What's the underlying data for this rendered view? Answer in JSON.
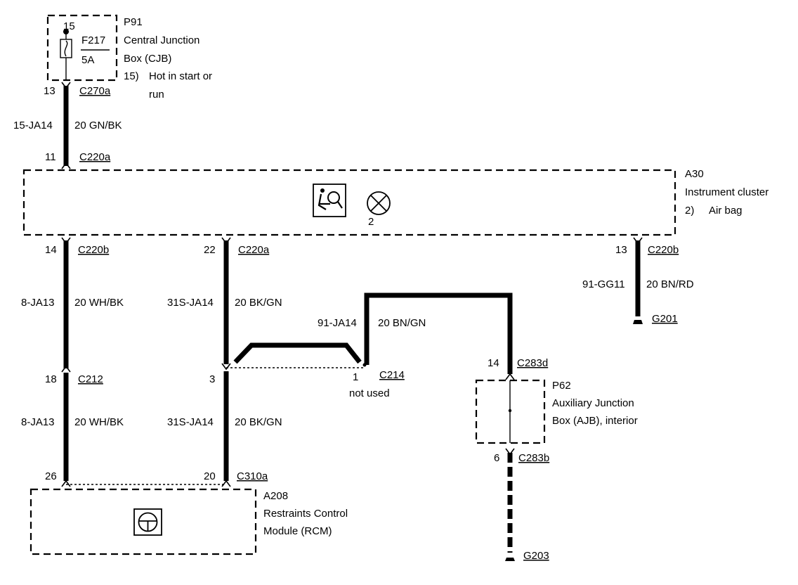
{
  "p91": {
    "id": "P91",
    "name_line1": "Central Junction",
    "name_line2": "Box (CJB)",
    "note_num": "15)",
    "note_line1": "Hot in start or",
    "note_line2": "run",
    "pin": "15",
    "fuse_id": "F217",
    "fuse_rating": "5A"
  },
  "c270a": {
    "pin": "13",
    "connector": "C270a"
  },
  "wire_15ja14": {
    "circuit": "15-JA14",
    "spec": "20 GN/BK"
  },
  "c220a_top": {
    "pin": "11",
    "connector": "C220a"
  },
  "a30": {
    "id": "A30",
    "name": "Instrument cluster",
    "note_num": "2)",
    "note_text": "Air bag",
    "lamp_ref": "2"
  },
  "c220b_left": {
    "pin": "14",
    "connector": "C220b"
  },
  "wire_8ja13_upper": {
    "circuit": "8-JA13",
    "spec": "20 WH/BK"
  },
  "c212": {
    "pin": "18",
    "connector": "C212"
  },
  "wire_8ja13_lower": {
    "circuit": "8-JA13",
    "spec": "20 WH/BK"
  },
  "c220a_mid": {
    "pin": "22",
    "connector": "C220a"
  },
  "wire_31sja14_upper": {
    "circuit": "31S-JA14",
    "spec": "20 BK/GN"
  },
  "c214": {
    "pin_left": "3",
    "pin_right": "1",
    "connector": "C214",
    "note": "not used"
  },
  "wire_31sja14_lower": {
    "circuit": "31S-JA14",
    "spec": "20 BK/GN"
  },
  "wire_91ja14": {
    "circuit": "91-JA14",
    "spec": "20 BN/GN"
  },
  "c220b_right": {
    "pin": "13",
    "connector": "C220b"
  },
  "wire_91gg11": {
    "circuit": "91-GG11",
    "spec": "20 BN/RD"
  },
  "g201": {
    "label": "G201"
  },
  "c283d": {
    "pin": "14",
    "connector": "C283d"
  },
  "p62": {
    "id": "P62",
    "name_line1": "Auxiliary Junction",
    "name_line2": "Box (AJB), interior"
  },
  "c283b": {
    "pin": "6",
    "connector": "C283b"
  },
  "g203": {
    "label": "G203"
  },
  "c310a": {
    "pin_left": "26",
    "pin_right": "20",
    "connector": "C310a"
  },
  "a208": {
    "id": "A208",
    "name_line1": "Restraints Control",
    "name_line2": "Module (RCM)"
  }
}
